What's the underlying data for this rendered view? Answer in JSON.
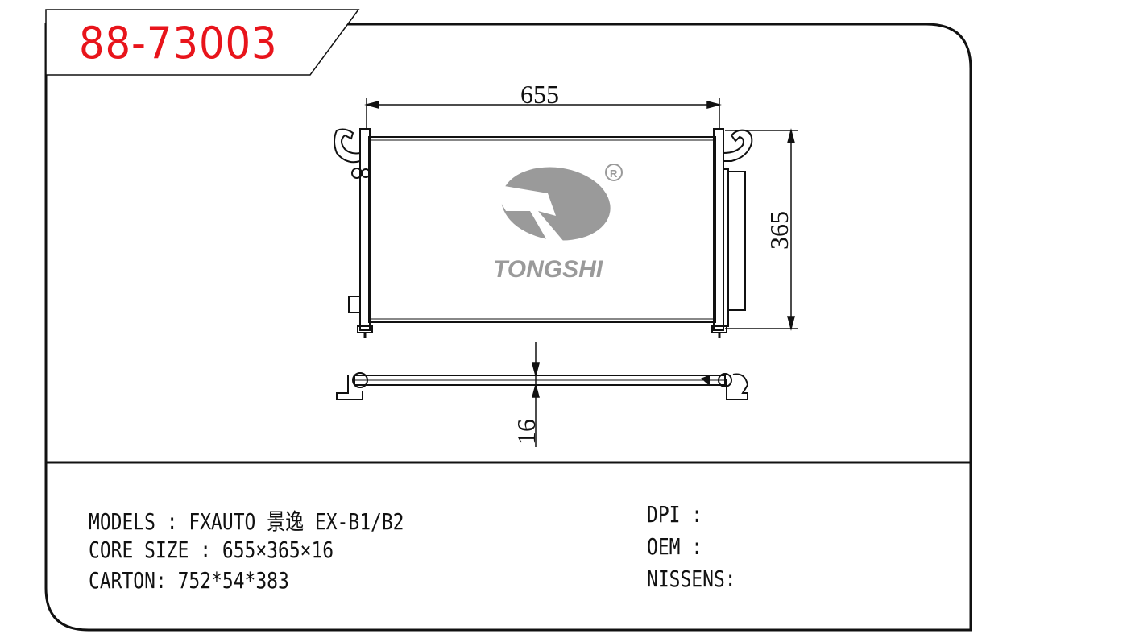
{
  "part_number": "88-73003",
  "dimensions": {
    "width": "655",
    "height": "365",
    "thickness": "16"
  },
  "logo": {
    "brand": "TONGSHI",
    "registered_mark": "R"
  },
  "info": {
    "models": "MODELS : FXAUTO 景逸 EX-B1/B2",
    "core_size": "CORE SIZE : 655×365×16",
    "carton": "CARTON: 752*54*383",
    "dpi": "DPI :",
    "oem": "OEM :",
    "nissens": "NISSENS:"
  },
  "colors": {
    "part_number": "#e8141b",
    "logo": "#9a9a9a"
  }
}
